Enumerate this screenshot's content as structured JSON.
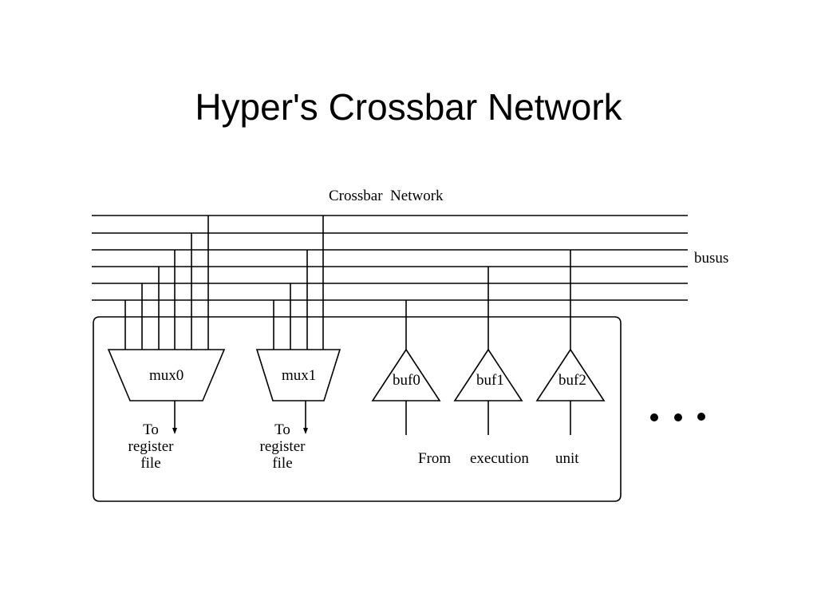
{
  "slide": {
    "title": "Hyper's Crossbar Network"
  },
  "diagram": {
    "network_label": "Crossbar  Network",
    "bus_label": "busus",
    "bus_count": 6,
    "muxes": [
      {
        "name": "mux0",
        "output": [
          "To",
          "register",
          "file"
        ]
      },
      {
        "name": "mux1",
        "output": [
          "To",
          "register",
          "file"
        ]
      }
    ],
    "buffers": [
      {
        "name": "buf0"
      },
      {
        "name": "buf1"
      },
      {
        "name": "buf2"
      }
    ],
    "buffer_source": {
      "from": "From",
      "execution": "execution",
      "unit": "unit"
    },
    "continuation": "ellipsis-dots"
  }
}
